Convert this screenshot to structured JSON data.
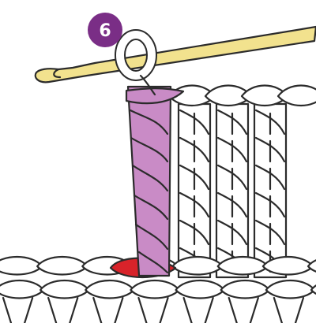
{
  "step": {
    "number": "6"
  },
  "colors": {
    "badge": "#7a2e86",
    "badge_text": "#ffffff",
    "working_stitch": "#c98bc6",
    "base_marker": "#d8232a",
    "hook": "#f2e28e",
    "yarn": "#ffffff",
    "outline": "#2b2b2b"
  },
  "icons": {
    "tool": "crochet-hook-icon",
    "badge": "step-number-badge"
  },
  "stitch_columns": 3,
  "base_chain_loops": 7
}
